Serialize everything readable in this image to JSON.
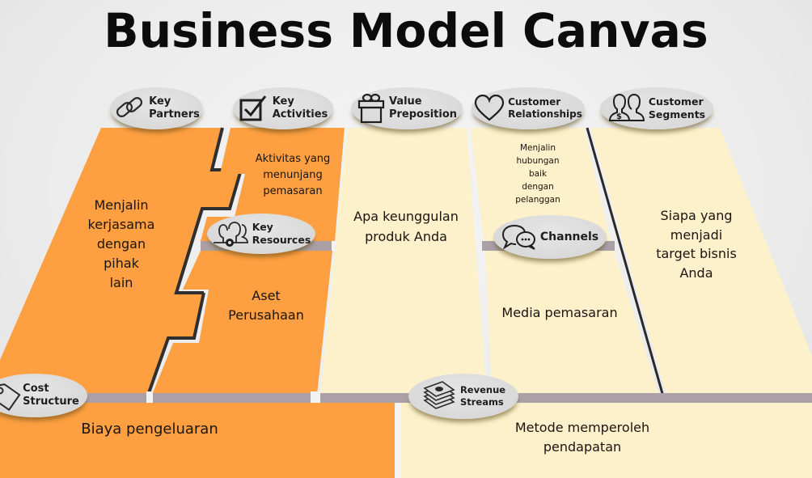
{
  "title": "Business Model Canvas",
  "colors": {
    "orange": "#fea041",
    "cream": "#fcf1ca",
    "divider": "#aaa0a6",
    "pill": "#dcdcdc"
  },
  "blocks": {
    "key_partners": {
      "icon": "chain-link-icon",
      "label_line1": "Key",
      "label_line2": "Partners",
      "lines": [
        "Menjalin",
        "kerjasama",
        "dengan",
        "pihak",
        "lain"
      ]
    },
    "key_activities": {
      "icon": "checkbox-icon",
      "label_line1": "Key",
      "label_line2": "Activities",
      "lines": [
        "Aktivitas yang",
        "menunjang",
        "pemasaran"
      ]
    },
    "key_resources": {
      "icon": "people-gear-icon",
      "label_line1": "Key",
      "label_line2": "Resources",
      "lines": [
        "Aset",
        "Perusahaan"
      ]
    },
    "value_proposition": {
      "icon": "gift-icon",
      "label_line1": "Value",
      "label_line2": "Preposition",
      "lines": [
        "Apa keunggulan",
        "produk Anda"
      ]
    },
    "customer_relationships": {
      "icon": "heart-icon",
      "label_line1": "Customer",
      "label_line2": "Relationships",
      "lines": [
        "Menjalin",
        "hubungan",
        "baik",
        "dengan",
        "pelanggan"
      ]
    },
    "channels": {
      "icon": "chat-bubbles-icon",
      "label_line1": "Channels",
      "lines": [
        "Media pemasaran"
      ]
    },
    "customer_segments": {
      "icon": "customers-dollar-icon",
      "label_line1": "Customer",
      "label_line2": "Segments",
      "lines": [
        "Siapa yang",
        "menjadi",
        "target bisnis",
        "Anda"
      ]
    },
    "cost_structure": {
      "icon": "price-tag-icon",
      "label_line1": "Cost",
      "label_line2": "Structure",
      "lines": [
        "Biaya pengeluaran"
      ]
    },
    "revenue_streams": {
      "icon": "money-stack-icon",
      "label_line1": "Revenue",
      "label_line2": "Streams",
      "lines": [
        "Metode memperoleh",
        "pendapatan"
      ]
    }
  }
}
